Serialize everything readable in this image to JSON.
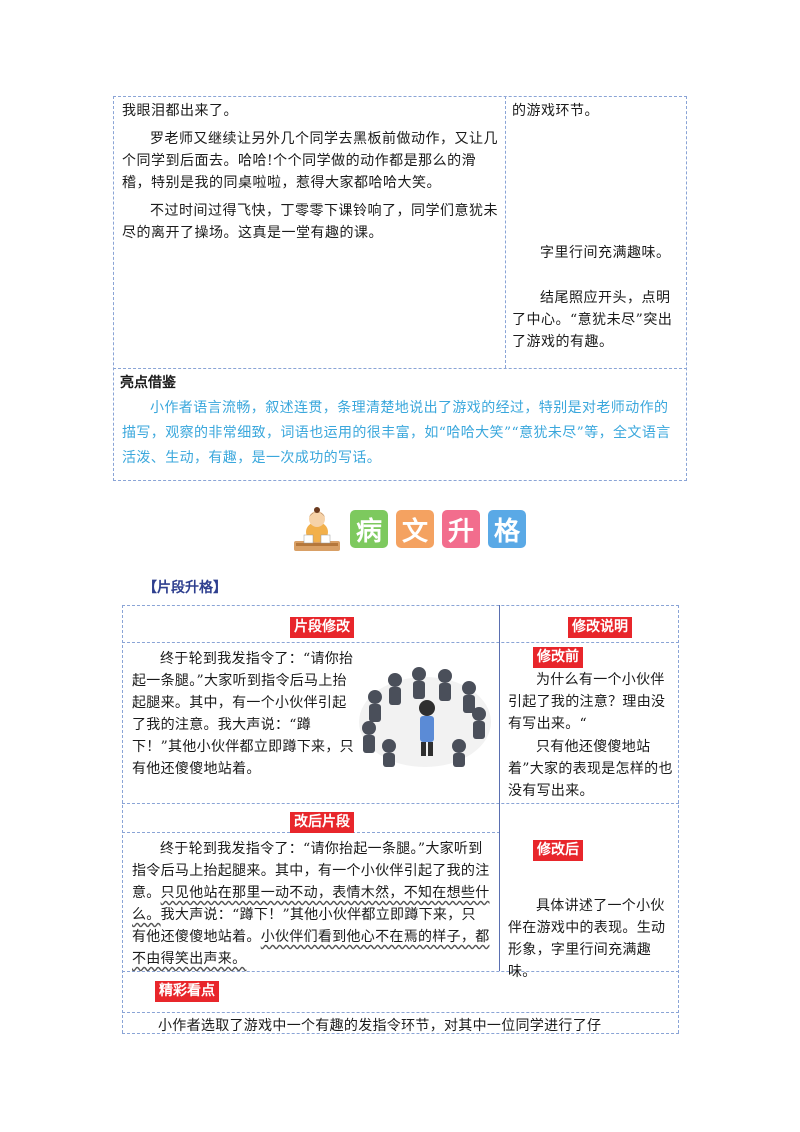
{
  "essay": {
    "para1": "我眼泪都出来了。",
    "para2": "罗老师又继续让另外几个同学去黑板前做动作，又让几个同学到后面去。哈哈!个个同学做的动作都是那么的滑稽，特别是我的同桌啦啦，惹得大家都哈哈大笑。",
    "para3": "不过时间过得飞快，丁零零下课铃响了，同学们意犹未尽的离开了操场。这真是一堂有趣的课。"
  },
  "side_notes": {
    "note1": "的游戏环节。",
    "note2": "字里行间充满趣味。",
    "note3": "结尾照应开头，点明了中心。“意犹未尽”突出了游戏的有趣。"
  },
  "highlight": {
    "title": "亮点借鉴",
    "body": "小作者语言流畅，叙述连贯，条理清楚地说出了游戏的经过，特别是对老师动作的描写，观察的非常细致，词语也运用的很丰富，如“哈哈大笑”“意犹未尽”等，全文语言活泼、生动，有趣，是一次成功的写话。"
  },
  "banner": {
    "tiles": [
      {
        "char": "病",
        "color": "#7dc95e"
      },
      {
        "char": "文",
        "color": "#f4a261"
      },
      {
        "char": "升",
        "color": "#f26d8d"
      },
      {
        "char": "格",
        "color": "#5aa9e6"
      }
    ]
  },
  "section_label": "【片段升格】",
  "upgrade": {
    "header_left": "片段修改",
    "header_right": "修改说明",
    "before_tag": "修改前",
    "before_text": "终于轮到我发指令了：“请你抬起一条腿。”大家听到指令后马上抬起腿来。其中，有一个小伙伴引起了我的注意。我大声说：“蹲下！”其他小伙伴都立即蹲下来，只有他还傻傻地站着。",
    "before_note1": "为什么有一个小伙伴引起了我的注意？理由没有写出来。“",
    "before_note2": "只有他还傻傻地站着”大家的表现是怎样的也没有写出来。",
    "after_header": "改后片段",
    "after_tag": "修改后",
    "after_text_a": "终于轮到我发指令了：“请你抬起一条腿。”大家听到指令后马上抬起腿来。其中，有一个小伙伴引起了我的注意。",
    "after_text_u1": "只见他站在那里一动不动，表情木然，不知在想些什么。",
    "after_text_b": "我大声说：“蹲下！”其他小伙伴都立即蹲下来，只有他还傻傻地站着。",
    "after_text_u2": "小伙伴们看到他心不在焉的样子，都不由得笑出声来。",
    "after_note": "具体讲述了一个小伙伴在游戏中的表现。生动形象，字里行间充满趣味。",
    "wonder_tag": "精彩看点",
    "wonder_text": "小作者选取了游戏中一个有趣的发指令环节，对其中一位同学进行了仔"
  }
}
